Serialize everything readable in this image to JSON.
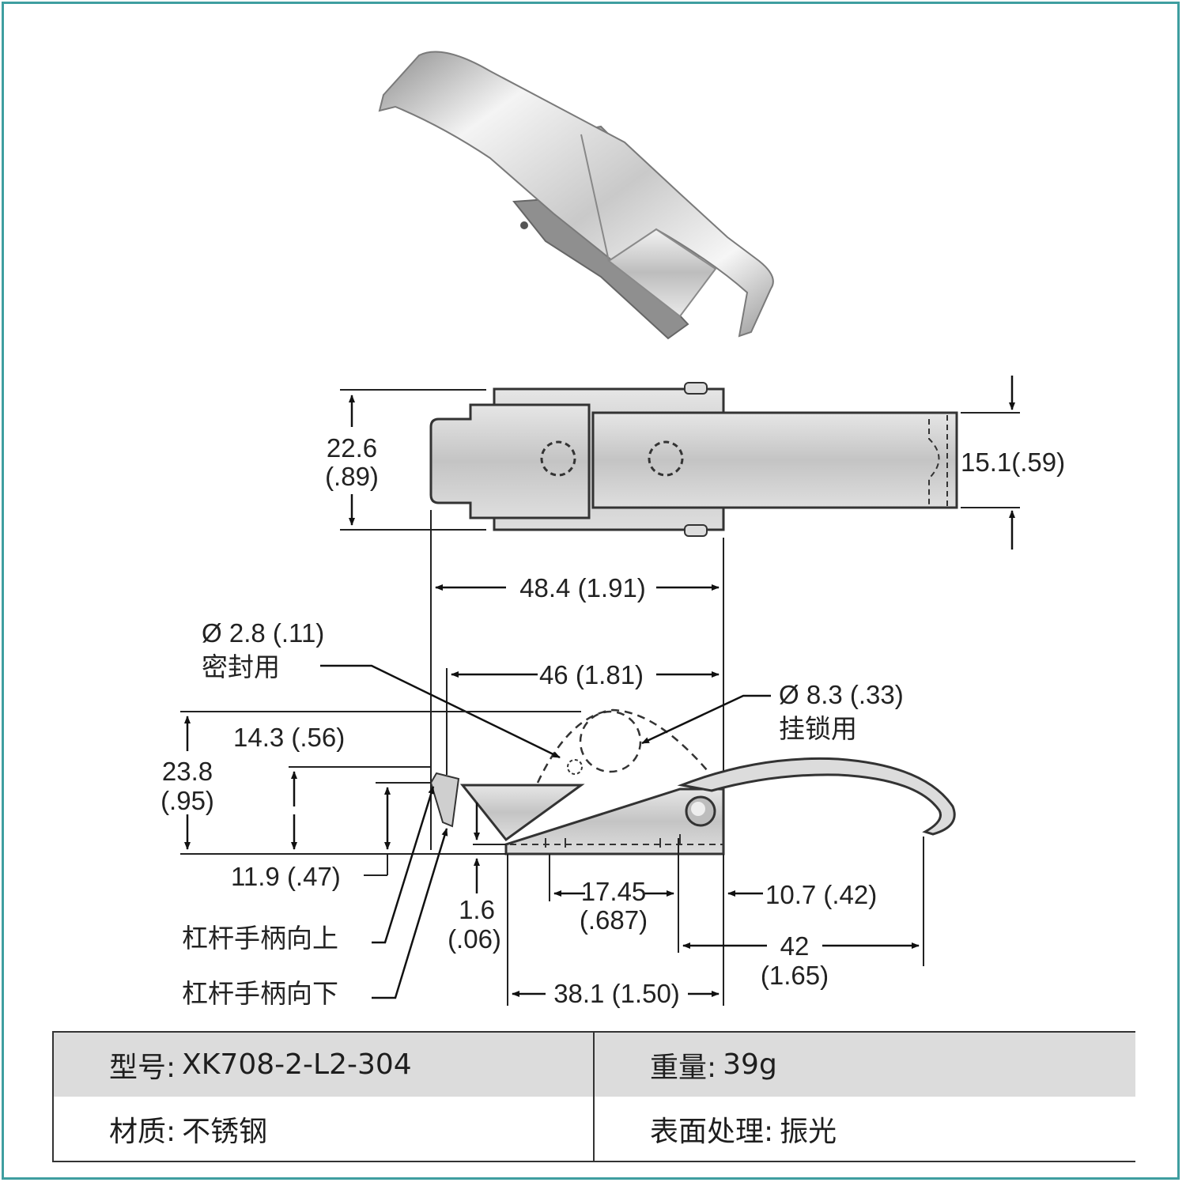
{
  "drawing": {
    "top_view": {
      "height_dim": "22.6",
      "height_dim_in": "(.89)",
      "strap_width_dim": "15.1(.59)",
      "overall_length_dim": "48.4 (1.91)"
    },
    "side_view": {
      "span_dim": "46 (1.81)",
      "seal_hole": {
        "dim": "Ø 2.8 (.11)",
        "note": "密封用"
      },
      "padlock_hole": {
        "dim": "Ø 8.3 (.33)",
        "note": "挂锁用"
      },
      "total_height": "23.8",
      "total_height_in": "(.95)",
      "lever_height": "14.3 (.56)",
      "body_height": "11.9 (.47)",
      "base_thickness": "1.6",
      "base_thickness_in": "(.06)",
      "hole_spacing": "17.45",
      "hole_spacing_in": "(.687)",
      "pivot_offset": "10.7 (.42)",
      "hook_reach": "42",
      "hook_reach_in": "(1.65)",
      "base_length": "38.1 (1.50)",
      "lever_up": "杠杆手柄向上",
      "lever_down": "杠杆手柄向下"
    }
  },
  "specs": {
    "model_label": "型号:",
    "model_value": "XK708-2-L2-304",
    "weight_label": "重量:",
    "weight_value": "39g",
    "material_label": "材质:",
    "material_value": "不锈钢",
    "finish_label": "表面处理:",
    "finish_value": "振光"
  },
  "colors": {
    "frame": "#3f9ea0",
    "table_header": "#dcdcdc"
  }
}
